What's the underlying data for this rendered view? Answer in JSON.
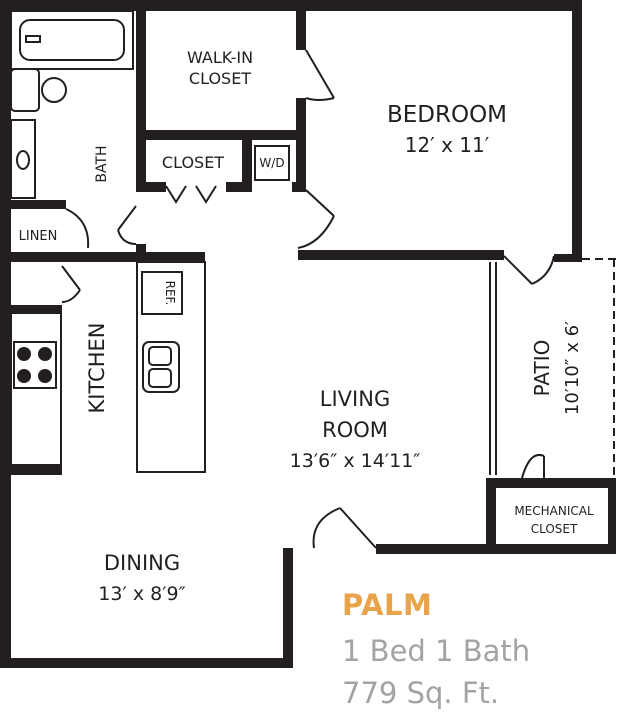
{
  "colors": {
    "wall": "#231f20",
    "accent": "#e8a34b",
    "info_text": "#a3a3a3"
  },
  "plan": {
    "name": "PALM",
    "bed_bath": "1 Bed 1 Bath",
    "area": "779 Sq. Ft."
  },
  "rooms": {
    "walk_in_closet": {
      "line1": "WALK-IN",
      "line2": "CLOSET"
    },
    "bedroom": {
      "name": "BEDROOM",
      "size": "12′ x 11′"
    },
    "closet": {
      "name": "CLOSET"
    },
    "wd": {
      "name": "W/D"
    },
    "bath": {
      "name": "BATH"
    },
    "linen": {
      "name": "LINEN"
    },
    "ref": {
      "name": "REF."
    },
    "kitchen": {
      "name": "KITCHEN"
    },
    "living_room": {
      "line1": "LIVING",
      "line2": "ROOM",
      "size": "13′6″ x 14′11″"
    },
    "patio": {
      "name": "PATIO",
      "size": "10′10″ x 6′"
    },
    "mechanical_closet": {
      "line1": "MECHANICAL",
      "line2": "CLOSET"
    },
    "dining": {
      "name": "DINING",
      "size": "13′ x 8′9″"
    }
  }
}
